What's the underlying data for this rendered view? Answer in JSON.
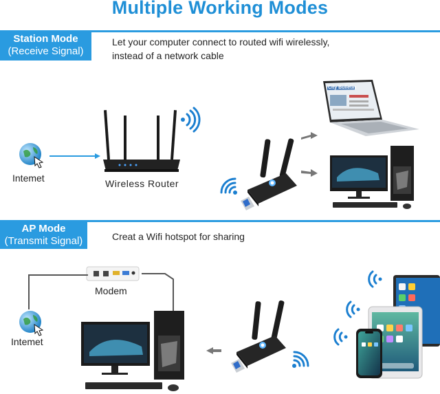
{
  "title": "Multiple Working Modes",
  "station": {
    "mode_label": "Station Mode",
    "mode_sub": "(Receive Signal)",
    "description_line1": "Let your computer connect to routed wifi wirelessly,",
    "description_line2": "instead of a network cable",
    "internet_label": "Intemet",
    "router_label": "Wireless Router",
    "laptop_screen_text": "City Bulletin"
  },
  "ap": {
    "mode_label": "AP Mode",
    "mode_sub": "(Transmit Signal)",
    "description": "Creat a Wifi hotspot for sharing",
    "modem_label": "Modem",
    "internet_label": "Intemet"
  },
  "colors": {
    "accent": "#2a9be0",
    "title": "#1f8fd6",
    "wifi": "#1b7fd0",
    "device_dark": "#1c1c1c"
  }
}
